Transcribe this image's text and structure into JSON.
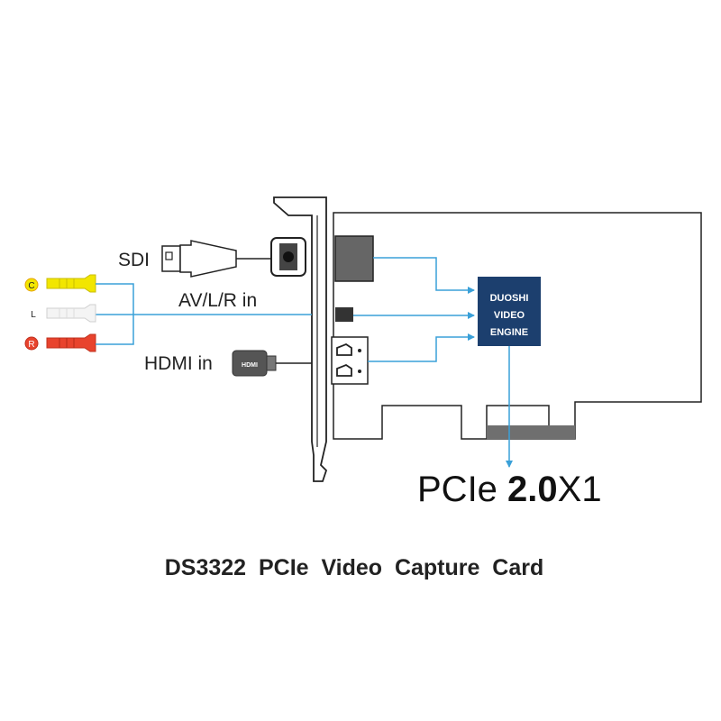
{
  "labels": {
    "sdi": "SDI",
    "av": "AV/L/R  in",
    "hdmi": "HDMI in",
    "rca_c": "C",
    "rca_l": "L",
    "rca_r": "R",
    "hdmi_plug_text": "HDMI"
  },
  "chip": {
    "line1": "DUOSHI",
    "line2": "VIDEO",
    "line3": "ENGINE"
  },
  "bus": {
    "prefix": "PCIe ",
    "version": "2.0",
    "suffix": "X1"
  },
  "title": "DS3322  PCIe  Video  Capture  Card",
  "colors": {
    "arrow": "#3aa0d8",
    "chip": "#1c3f6e",
    "rca_yellow": "#f2e600",
    "rca_red": "#e8432d",
    "rca_white": "#f4f4f4",
    "line": "#222222"
  }
}
